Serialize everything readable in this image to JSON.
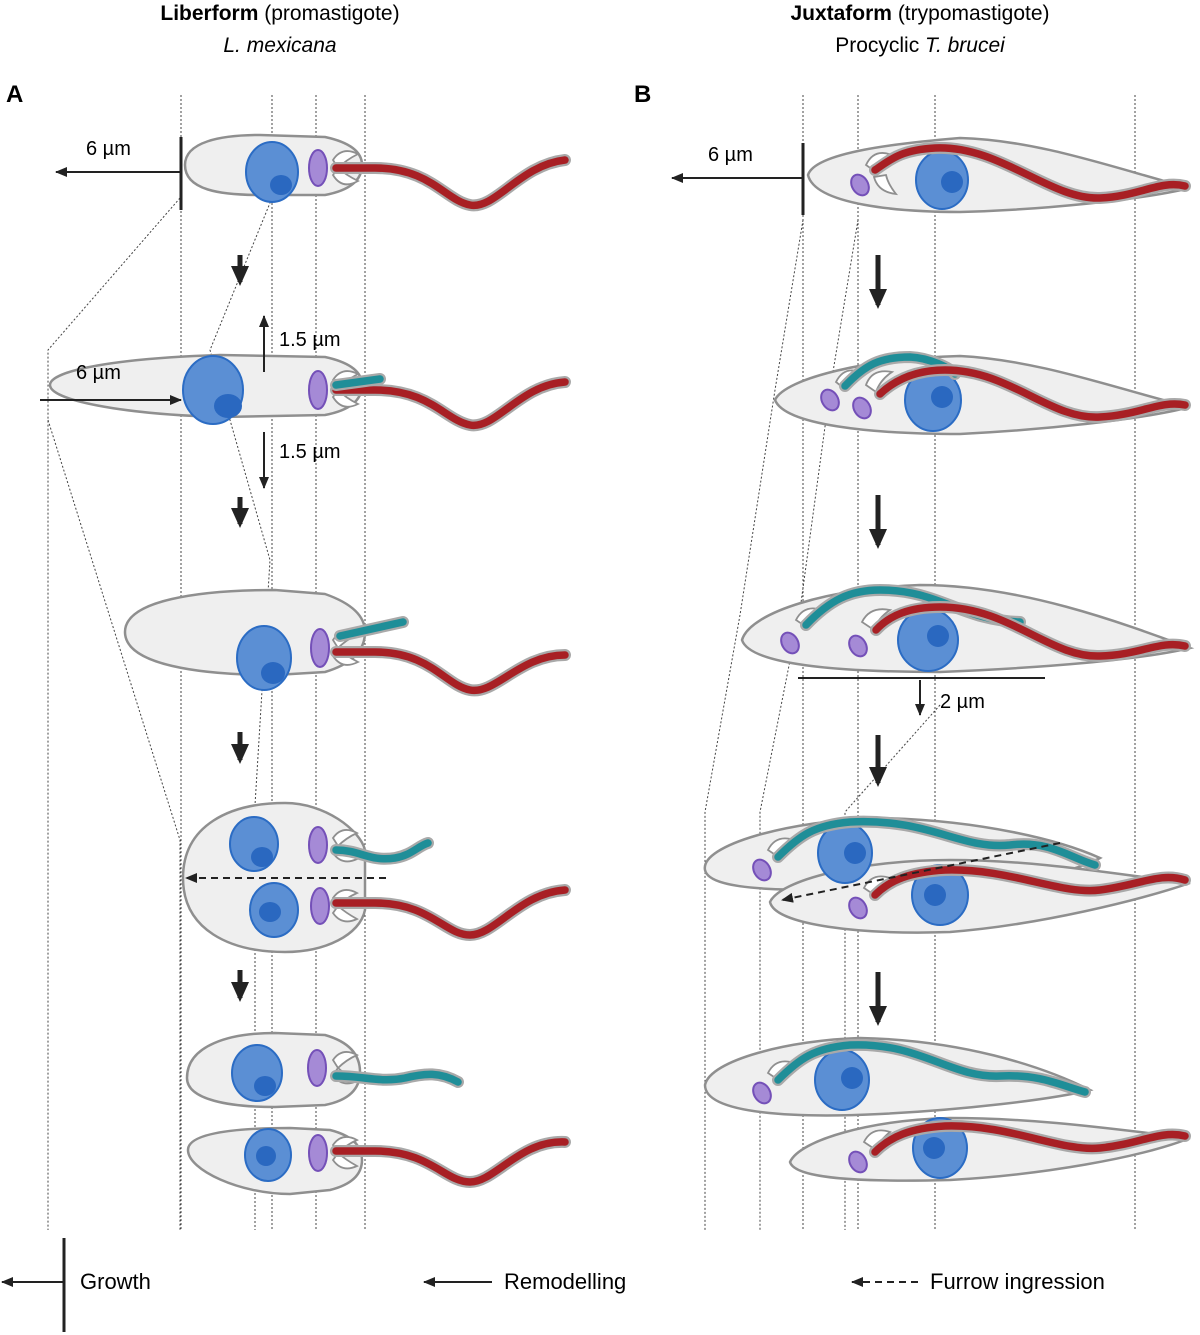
{
  "panel_a": {
    "label": "A",
    "title_bold": "Liberform",
    "title_rest": " (promastigote)",
    "subtitle": "L. mexicana",
    "growth_label": "6 µm",
    "width_top_label": "1.5 µm",
    "width_bottom_label": "1.5 µm",
    "elongation_label": "6 µm"
  },
  "panel_b": {
    "label": "B",
    "title_bold": "Juxtaform",
    "title_rest": " (trypomastigote)",
    "subtitle_plain": "Procyclic ",
    "subtitle_italic": "T. brucei",
    "growth_label": "6 µm",
    "shift_label": "2 µm"
  },
  "legend": {
    "growth": "Growth",
    "remodelling": "Remodelling",
    "furrow": "Furrow ingression"
  },
  "colors": {
    "cell_body": "#efefef",
    "nucleus": "#5b8fd4",
    "kinetoplast": "#a58ad6",
    "old_flagellum": "#a81f24",
    "new_flagellum": "#1f8e98"
  }
}
